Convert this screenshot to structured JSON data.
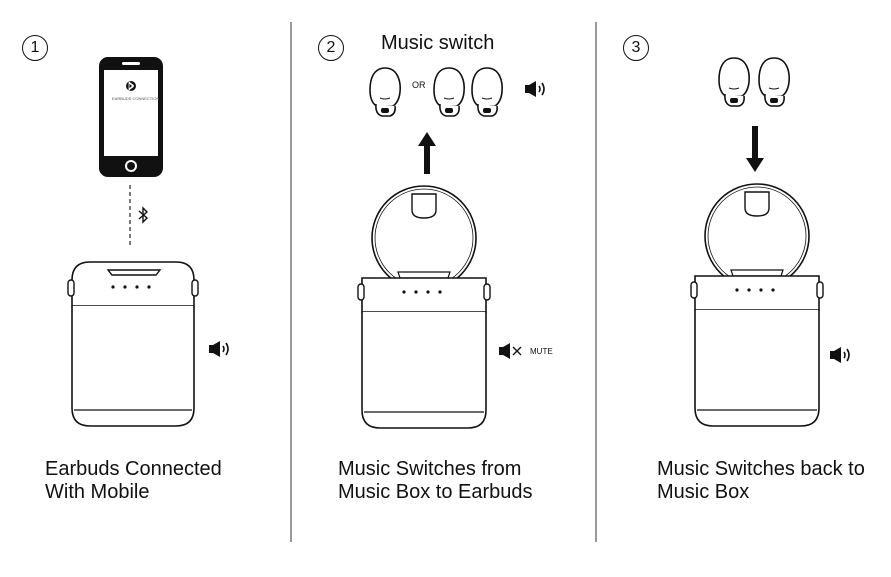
{
  "steps": [
    {
      "number": "1",
      "caption_line1": "Earbuds Connected",
      "caption_line2": "With Mobile"
    },
    {
      "number": "2",
      "title": "Music switch",
      "or_label": "OR",
      "mute_label": "MUTE",
      "caption_line1": "Music Switches from",
      "caption_line2": "Music Box to Earbuds"
    },
    {
      "number": "3",
      "caption_line1": "Music Switches back to",
      "caption_line2": "Music Box"
    }
  ],
  "phone_screen_text": "EARBUDS CONNECTION",
  "icons": [
    "bluetooth-icon",
    "speaker-icon",
    "speaker-mute-icon",
    "arrow-up-icon",
    "arrow-down-icon",
    "earbud-icon"
  ],
  "colors": {
    "line": "#111111",
    "divider": "#9a9a9a",
    "background": "#ffffff"
  }
}
